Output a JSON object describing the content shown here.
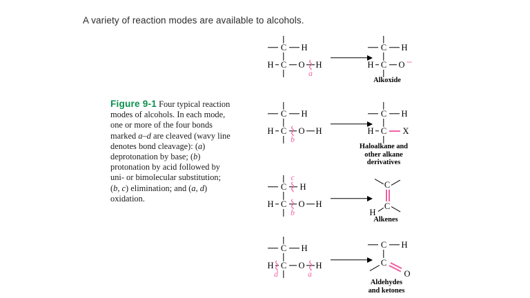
{
  "headline": "A variety of reaction modes are available to alcohols.",
  "caption": {
    "figure_label": "Figure 9-1",
    "text_parts": [
      {
        "t": "  Four typical reaction modes of alcohols. In each mode, one or more of the four bonds marked ",
        "i": false
      },
      {
        "t": "a–d",
        "i": true
      },
      {
        "t": " are cleaved (wavy line denotes bond cleavage): (",
        "i": false
      },
      {
        "t": "a",
        "i": true
      },
      {
        "t": ") deprotonation by base; (",
        "i": false
      },
      {
        "t": "b",
        "i": true
      },
      {
        "t": ") protonation by acid followed by uni- or bimolecular substitution; (",
        "i": false
      },
      {
        "t": "b",
        "i": true
      },
      {
        "t": ", ",
        "i": false
      },
      {
        "t": "c",
        "i": true
      },
      {
        "t": ") elimination; and (",
        "i": false
      },
      {
        "t": "a",
        "i": true
      },
      {
        "t": ", ",
        "i": false
      },
      {
        "t": "d",
        "i": true
      },
      {
        "t": ") oxidation.",
        "i": false
      }
    ]
  },
  "colors": {
    "pink": "#ef5fa0",
    "green": "#0a8f4d",
    "black": "#000000",
    "headline_text": "#2b2b2b"
  },
  "reactions": [
    {
      "id": "deprotonation",
      "reactant_atoms": [
        "C",
        "H",
        "H",
        "C",
        "O",
        "H"
      ],
      "cleavage_labels": [
        "a"
      ],
      "cleaved_bond": "O–H",
      "product_atoms": [
        "C",
        "H",
        "H",
        "C",
        "O"
      ],
      "product_charge": "–",
      "product_name_lines": [
        "Alkoxide"
      ]
    },
    {
      "id": "substitution",
      "reactant_atoms": [
        "C",
        "H",
        "H",
        "C",
        "O",
        "H"
      ],
      "cleavage_labels": [
        "b"
      ],
      "cleaved_bond": "C–O",
      "product_atoms": [
        "C",
        "H",
        "H",
        "C",
        "X"
      ],
      "product_name_lines": [
        "Haloalkane and",
        "other alkane",
        "derivatives"
      ]
    },
    {
      "id": "elimination",
      "reactant_atoms": [
        "C",
        "H",
        "H",
        "C",
        "O",
        "H"
      ],
      "cleavage_labels": [
        "c",
        "b"
      ],
      "cleaved_bond": "C–H and C–O",
      "product_atoms": [
        "C",
        "C",
        "H"
      ],
      "product_bond": "C=C",
      "product_name_lines": [
        "Alkenes"
      ]
    },
    {
      "id": "oxidation",
      "reactant_atoms": [
        "C",
        "H",
        "H",
        "C",
        "O",
        "H"
      ],
      "cleavage_labels": [
        "d",
        "a"
      ],
      "cleaved_bond": "H–C and O–H",
      "product_atoms": [
        "C",
        "H",
        "C",
        "O"
      ],
      "product_bond": "C=O",
      "product_name_lines": [
        "Aldehydes",
        "and ketones"
      ]
    }
  ]
}
